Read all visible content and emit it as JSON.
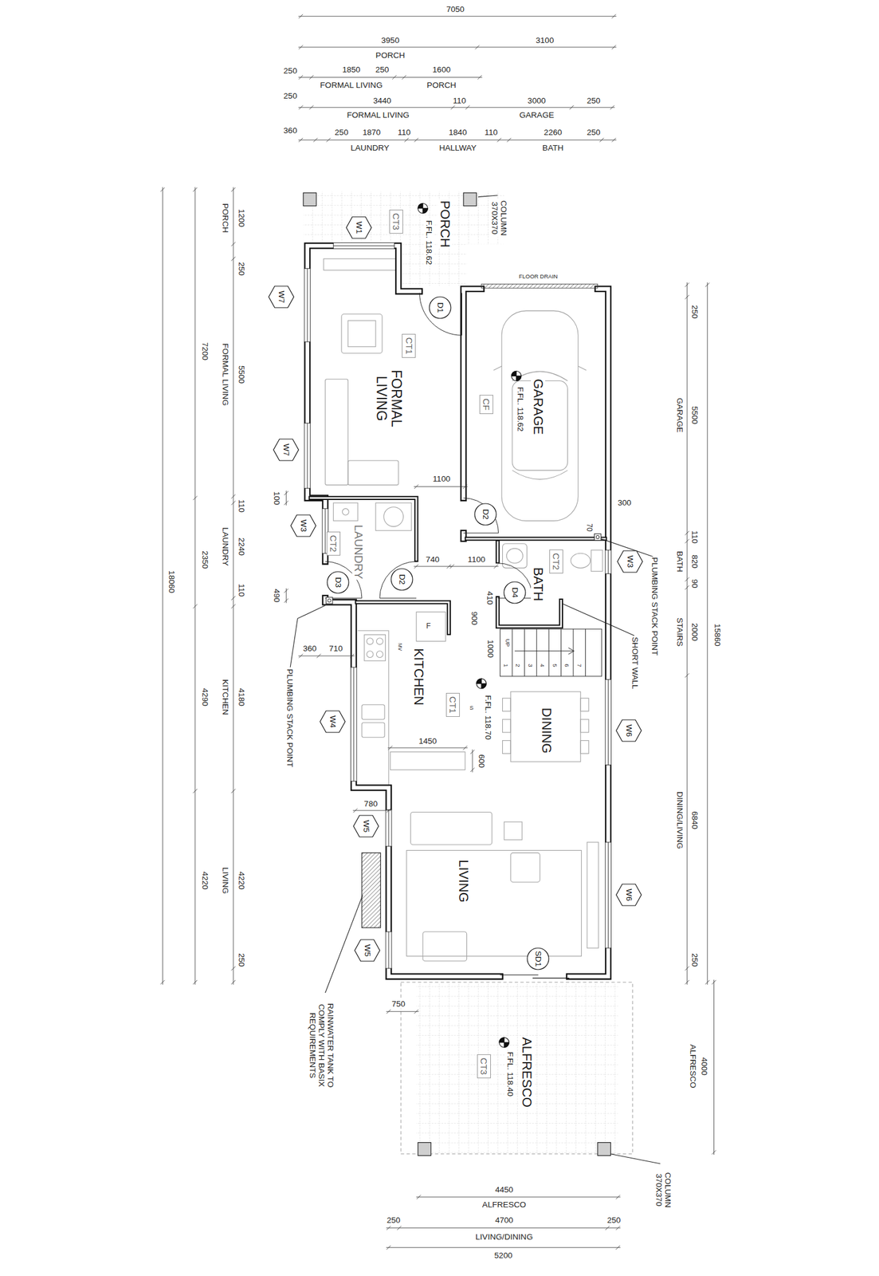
{
  "diagram": {
    "nodes": [
      {
        "text": [
          "PORCH",
          "F.FL. 118.62"
        ]
      },
      {
        "text": [
          "CT3"
        ],
        "in": 0
      },
      {
        "text": [
          "W1"
        ]
      },
      {
        "text": [
          "FORMAL LIVING"
        ]
      },
      {
        "text": [
          "CT1"
        ],
        "in": 3
      },
      {
        "text": [
          "D1"
        ]
      },
      {
        "text": [
          "W7"
        ]
      },
      {
        "text": [
          "GARAGE",
          "F.FL. 118.62"
        ]
      },
      {
        "text": [
          "CF"
        ],
        "in": 7
      },
      {
        "text": [
          "D2"
        ],
        "in": 7
      },
      {
        "text": [
          "W7"
        ]
      },
      {
        "text": [
          "LAUNDRY"
        ]
      },
      {
        "text": [
          "CT2"
        ],
        "in": 11
      },
      {
        "text": [
          "D3"
        ],
        "in": 11
      },
      {
        "text": [
          "D2"
        ],
        "in": 11
      },
      {
        "text": [
          "W3"
        ]
      },
      {
        "text": [
          "BATH"
        ]
      },
      {
        "text": [
          "CT2"
        ],
        "in": 16
      },
      {
        "text": [
          "D4"
        ],
        "in": 16
      },
      {
        "text": [
          "W3"
        ]
      },
      {
        "text": [
          "KITCHEN",
          "F.FL. 118.70"
        ]
      },
      {
        "text": [
          "CT1"
        ],
        "in": 20
      },
      {
        "text": [
          "W4"
        ]
      },
      {
        "text": [
          "DINING"
        ]
      },
      {
        "text": [
          "W6"
        ]
      },
      {
        "text": [
          "W5"
        ]
      },
      {
        "text": [
          "LIVING"
        ]
      },
      {
        "text": [
          "W6"
        ]
      },
      {
        "text": [
          "SD1"
        ],
        "in": 26
      },
      {
        "text": [
          "W5"
        ]
      },
      {
        "text": [
          "ALFRESCO",
          "F.FL. 118.40"
        ]
      },
      {
        "text": [
          "CT3"
        ],
        "in": 30
      }
    ],
    "labels": [
      "7050",
      "3950",
      "3100",
      "PORCH",
      "250",
      "1850",
      "250",
      "1600",
      "FORMAL LIVING",
      "PORCH",
      "250",
      "3440",
      "110",
      "3000",
      "250",
      "FORMAL LIVING",
      "GARAGE",
      "360",
      "250",
      "1870",
      "110",
      "1840",
      "110",
      "2260",
      "250",
      "LAUNDRY",
      "HALLWAY",
      "BATH",
      "18060",
      "7200",
      "2350",
      "4290",
      "4220",
      "1200",
      "PORCH",
      "250",
      "5500",
      "FORMAL LIVING",
      "110",
      "2240",
      "LAUNDRY",
      "110",
      "4180",
      "KITCHEN",
      "4220",
      "LIVING",
      "250",
      "100",
      "490",
      "250",
      "5500",
      "GARAGE",
      "110",
      "820",
      "BATH",
      "90",
      "2000",
      "STAIRS",
      "15860",
      "6840",
      "DINING/LIVING",
      "250",
      "4000",
      "ALFRESCO",
      "750",
      "4450",
      "ALFRESCO",
      "250",
      "4700",
      "250",
      "LIVING/DINING",
      "5200",
      "1100",
      "740",
      "1100",
      "300",
      "70",
      "410",
      "900",
      "1000",
      "360",
      "710",
      "1450",
      "600",
      "780",
      "FLOOR DRAIN",
      "COLUMN 370X370",
      "PLUMBING STACK POINT",
      "SHORT WALL",
      "PLUMBING STACK POINT",
      "RAINWATER TANK TO COMPLY WITH BASIX REQUIREMENTS",
      "COLUMN 370X370",
      "UP",
      "1",
      "2",
      "3",
      "4",
      "5",
      "6",
      "7",
      "MV",
      "S",
      "F"
    ]
  }
}
